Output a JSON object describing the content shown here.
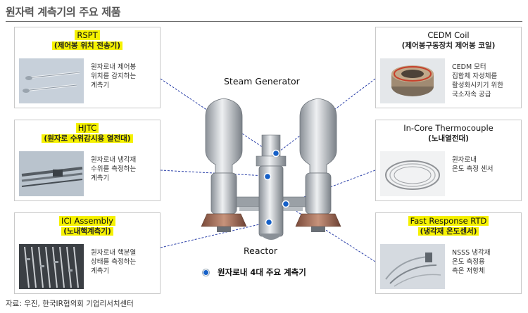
{
  "title": "원자력 계측기의 주요 제품",
  "source": "자료: 우진, 한국IR협의회 기업리서치센터",
  "diagram": {
    "steam_generator_label": "Steam Generator",
    "reactor_label": "Reactor",
    "legend": "원자로내 4대 주요 계측기",
    "legend_color": "#1560c8"
  },
  "cards": {
    "rspt": {
      "name": "RSPT",
      "sub": "(제어봉 위치 전송기)",
      "desc": [
        "원자로내 제어봉",
        "위치를 감지하는",
        "계측기"
      ]
    },
    "hjtc": {
      "name": "HJTC",
      "sub": "(원자로 수위감시용 열전대)",
      "desc": [
        "원자로내 냉각재",
        "수위를 측정하는",
        "계측기"
      ]
    },
    "ici": {
      "name": "ICI Assembly",
      "sub": "(노내핵계측기)",
      "desc": [
        "원자로내 핵분열",
        "상태를 측정하는",
        "계측기"
      ]
    },
    "cedm": {
      "name": "CEDM Coil",
      "sub": "(제어봉구동장치 제어봉 코일)",
      "desc": [
        "CEDM 모터",
        "집합체 자성체를",
        "활성화시키기 위한",
        "국소자속 공급"
      ]
    },
    "thermo": {
      "name": "In-Core Thermocouple",
      "sub": "(노내열전대)",
      "desc": [
        "원자로내",
        "온도 측정 센서"
      ]
    },
    "rtd": {
      "name": "Fast Response RTD",
      "sub": "(냉각재 온도센서)",
      "desc": [
        "NSSS 냉각재",
        "온도 측정용",
        "측온 저항체"
      ]
    }
  },
  "colors": {
    "highlight": "#f5f100",
    "leader_line": "#2a3fa8",
    "dot": "#1560c8"
  }
}
